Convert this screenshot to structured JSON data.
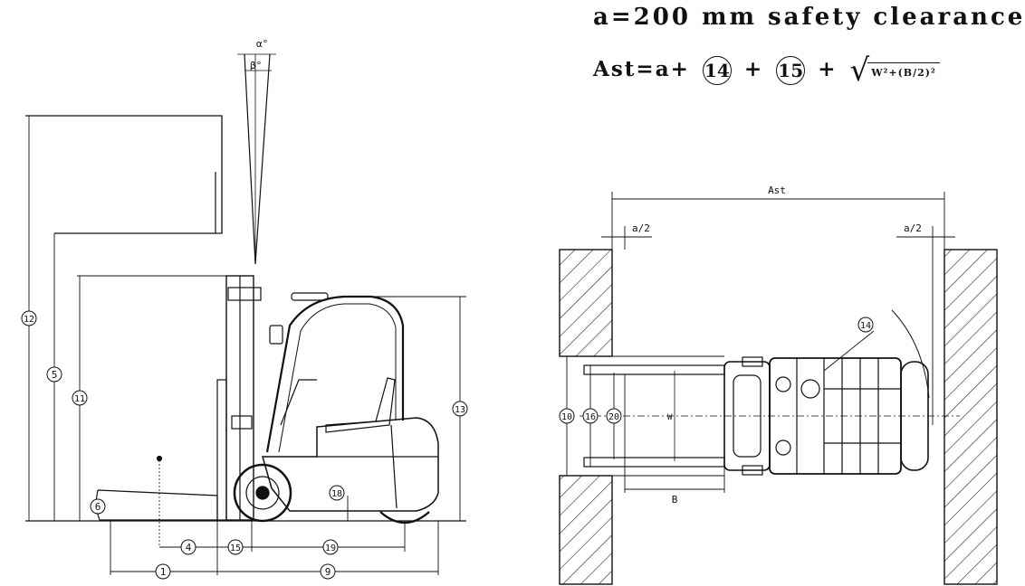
{
  "header": {
    "line1": "a=200 mm safety clearance",
    "ast_prefix": "Ast=a+",
    "circled_14": "14",
    "plus": "+",
    "circled_15": "15",
    "plus2": "+",
    "sqrt_body": "W²+(B/2)²"
  },
  "side_view": {
    "angle_a": "α°",
    "angle_b": "β°",
    "dims": {
      "d12": "12",
      "d5": "5",
      "d11": "11",
      "d13": "13",
      "d6": "6",
      "d18": "18",
      "d4": "4",
      "d15": "15",
      "d19": "19",
      "d1": "1",
      "d9": "9"
    }
  },
  "top_view": {
    "ast": "Ast",
    "half_a_left": "a/2",
    "half_a_right": "a/2",
    "d14": "14",
    "d10": "10",
    "d16": "16",
    "d20": "20",
    "b": "B",
    "w": "W"
  }
}
